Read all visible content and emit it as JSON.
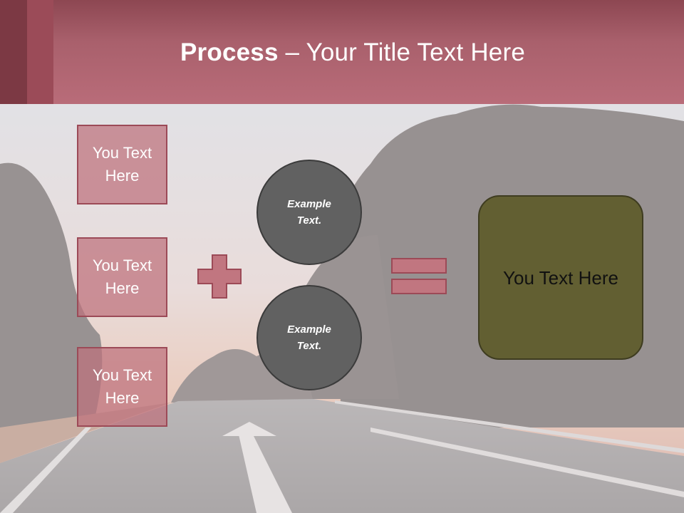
{
  "slide": {
    "title_bold": "Process",
    "title_rest": " – Your Title Text Here",
    "left_boxes": [
      "You Text\nHere",
      "You Text\nHere",
      "You Text\nHere"
    ],
    "circles": [
      "Example\nText.",
      "Example\nText."
    ],
    "result_text": "You Text Here"
  },
  "colors": {
    "header": "#b96c79",
    "box_fill": "#be707c",
    "box_border": "#9c4a57",
    "circle_fill": "#616161",
    "result_fill": "#625f32"
  },
  "icons": {
    "operator_1": "plus-icon",
    "operator_2": "equals-icon"
  }
}
